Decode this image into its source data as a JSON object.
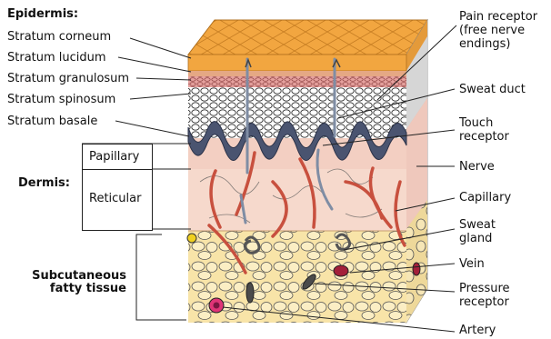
{
  "epidermis": {
    "heading": "Epidermis:",
    "layers": [
      "Stratum corneum",
      "Stratum lucidum",
      "Stratum granulosum",
      "Stratum spinosum",
      "Stratum basale"
    ]
  },
  "dermis": {
    "heading": "Dermis:",
    "papillary": "Papillary",
    "reticular": "Reticular"
  },
  "subcutaneous": {
    "line1": "Subcutaneous",
    "line2": "fatty tissue"
  },
  "right_labels": {
    "pain_receptor": [
      "Pain receptor",
      "(free nerve",
      "endings)"
    ],
    "sweat_duct": "Sweat duct",
    "touch_receptor": [
      "Touch",
      "receptor"
    ],
    "nerve": "Nerve",
    "capillary": "Capillary",
    "sweat_gland": [
      "Sweat",
      "gland"
    ],
    "vein": "Vein",
    "pressure_receptor": [
      "Pressure",
      "receptor"
    ],
    "artery": "Artery"
  },
  "colors": {
    "corneum": "#f2a640",
    "lucidum": "#e5a884",
    "granulosum": "#d98a88",
    "spinosum": "#ffffff",
    "basale": "#4a5470",
    "dermis": "#f6d9cc",
    "fat": "#f8e4a8",
    "vessel": "#c8503e",
    "nerve": "#7f8da4"
  }
}
